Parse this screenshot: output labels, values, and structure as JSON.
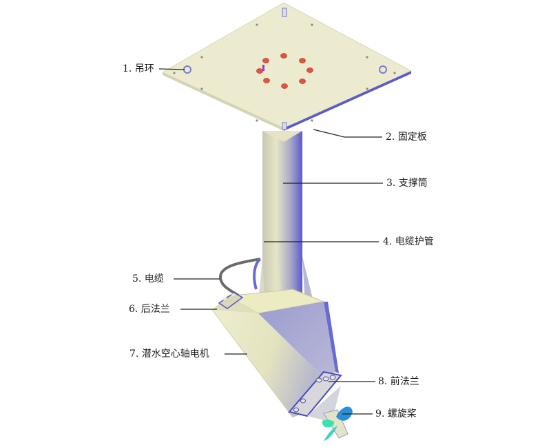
{
  "diagram": {
    "type": "labeled-3d-assembly",
    "subject": "submersible hollow-shaft motor propeller assembly",
    "colors": {
      "body": "#ecebc8",
      "shade": "#7c7cd6",
      "edge": "#5555c8",
      "bolt": "#e0553f",
      "propeller": "#2a8fd6",
      "propeller_tip": "#3fe0b0",
      "cable": "#6a6a6a",
      "leader": "#222222"
    },
    "labels": [
      {
        "id": 1,
        "text": "1. 吊环"
      },
      {
        "id": 2,
        "text": "2. 固定板"
      },
      {
        "id": 3,
        "text": "3. 支撑筒"
      },
      {
        "id": 4,
        "text": "4. 电缆护管"
      },
      {
        "id": 5,
        "text": "5. 电缆"
      },
      {
        "id": 6,
        "text": "6. 后法兰"
      },
      {
        "id": 7,
        "text": "7. 潜水空心轴电机"
      },
      {
        "id": 8,
        "text": "8. 前法兰"
      },
      {
        "id": 9,
        "text": "9. 螺旋桨"
      }
    ]
  }
}
